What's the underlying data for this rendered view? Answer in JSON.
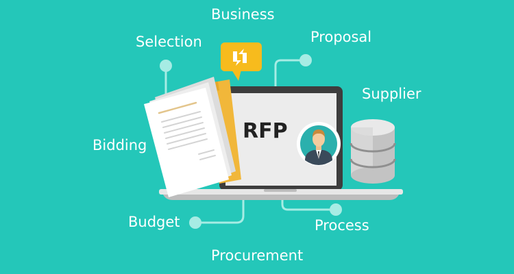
{
  "labels": {
    "business": "Business",
    "selection": "Selection",
    "proposal": "Proposal",
    "supplier": "Supplier",
    "bidding": "Bidding",
    "budget": "Budget",
    "process": "Process",
    "procurement": "Procurement"
  },
  "screen": {
    "title": "RFP"
  },
  "icons": [
    "chat-bubble-icon",
    "document-stack-icon",
    "folder-icon",
    "laptop-icon",
    "user-avatar-icon",
    "database-icon"
  ],
  "colors": {
    "background": "#24c7b9",
    "connector": "#a6ece4",
    "speech_bubble": "#f7bb1d",
    "folder": "#f1b73a",
    "avatar_ring": "#2bb0ad"
  }
}
